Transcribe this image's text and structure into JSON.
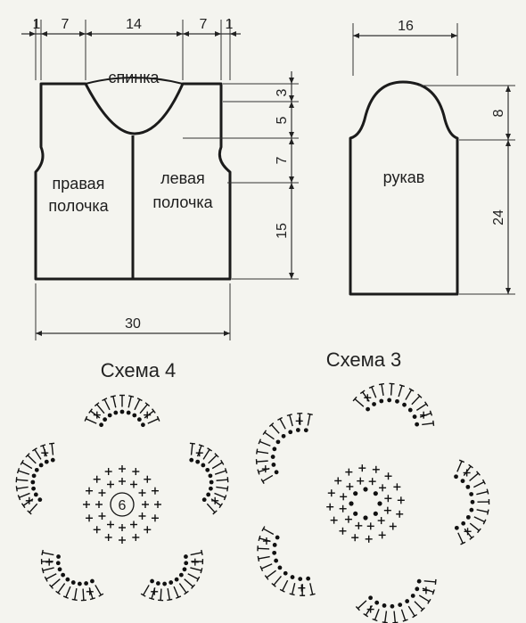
{
  "pattern": {
    "body_dims_top": [
      "1",
      "7",
      "14",
      "7",
      "1"
    ],
    "back_label": "спинка",
    "right_front_label": [
      "правая",
      "полочка"
    ],
    "left_front_label": [
      "левая",
      "полочка"
    ],
    "body_dims_side": [
      "3",
      "5",
      "7",
      "15"
    ],
    "body_width": "30",
    "sleeve_width": "16",
    "sleeve_label": "рукав",
    "sleeve_dims_side": [
      "8",
      "24"
    ]
  },
  "schemes": {
    "scheme4_title": "Схема 4",
    "scheme3_title": "Схема 3",
    "center_number": "6"
  }
}
